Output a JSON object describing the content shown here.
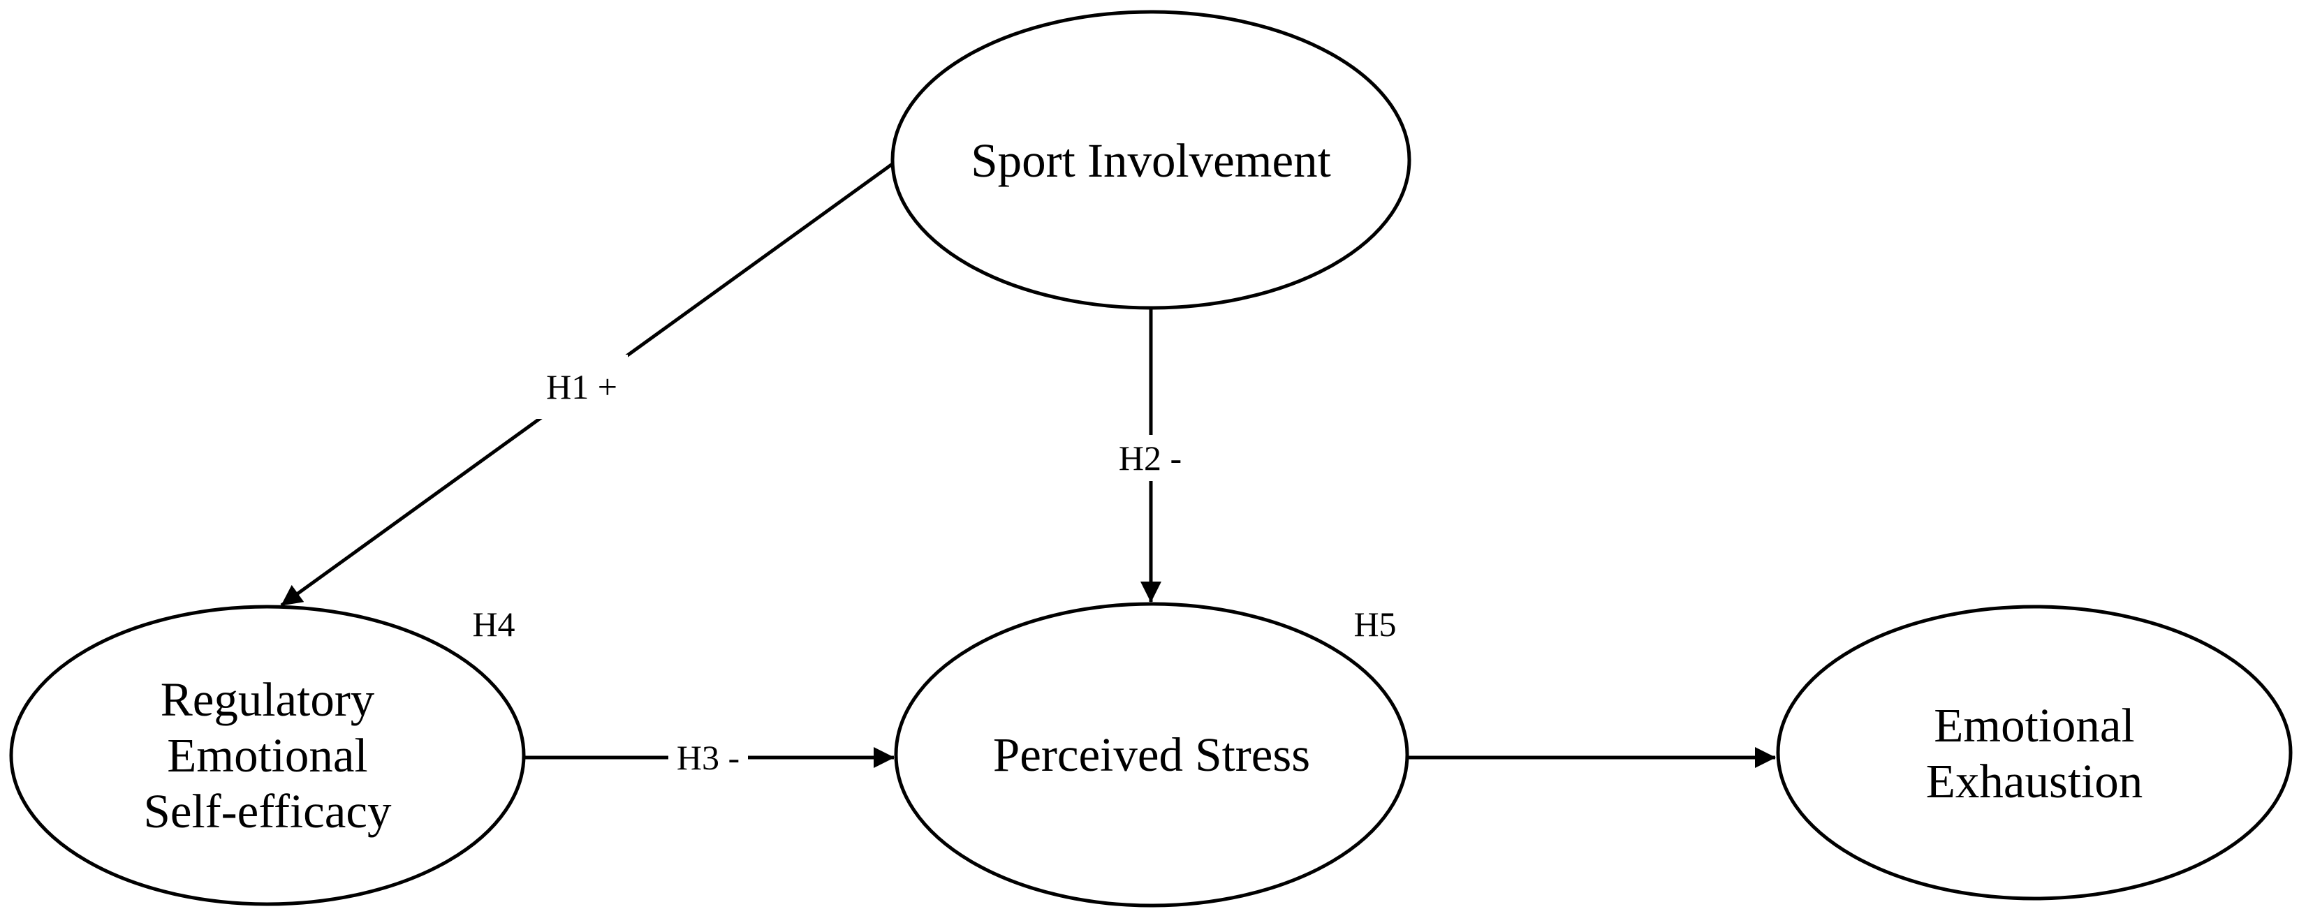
{
  "figure": {
    "type": "structural-model-path-diagram",
    "colors": {
      "ink": "#000000",
      "background": "#ffffff"
    },
    "nodes": {
      "sport": {
        "lines": [
          "Sport Involvement"
        ]
      },
      "resef": {
        "lines": [
          "Regulatory",
          "Emotional",
          "Self-efficacy"
        ]
      },
      "stress": {
        "lines": [
          "Perceived Stress"
        ]
      },
      "exhaust": {
        "lines": [
          "Emotional",
          "Exhaustion"
        ]
      }
    },
    "hypothesis_labels": {
      "h1": "H1 +",
      "h2": "H2 -",
      "h3": "H3 -",
      "h4": "H4",
      "h5": "H5"
    }
  }
}
